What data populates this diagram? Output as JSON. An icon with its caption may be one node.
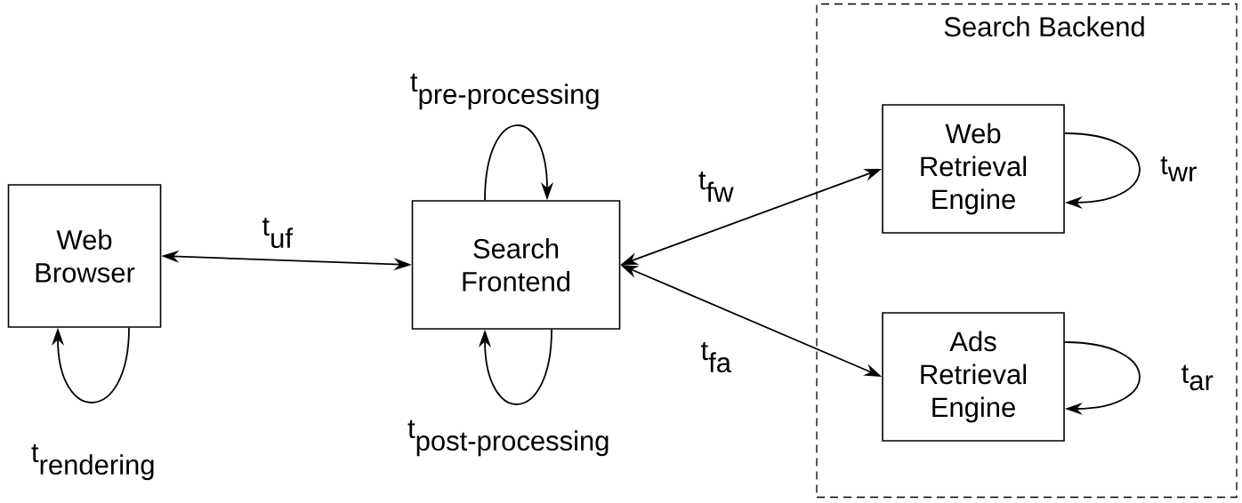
{
  "diagram": {
    "nodes": [
      {
        "text": [
          "Web Browser"
        ]
      },
      {
        "text": [
          "Search Frontend"
        ]
      },
      {
        "text": [
          "Search Backend"
        ]
      },
      {
        "text": [
          "Web Retrieval Engine"
        ],
        "in": 2
      },
      {
        "text": [
          "Ads Retrieval Engine"
        ],
        "in": 2
      }
    ],
    "edges": [
      {
        "from": 0,
        "to": 1,
        "arrow": "both",
        "label": "\\textrm{t}_{\\textrm{uf}}"
      },
      {
        "from": 1,
        "to": 3,
        "arrow": "both",
        "label": "\\textrm{t}_{\\textrm{fw}}"
      },
      {
        "from": 1,
        "to": 4,
        "arrow": "both",
        "label": "\\textrm{t}_{\\textrm{fa}}"
      },
      {
        "from": 0,
        "to": 0,
        "arrow": "to",
        "label": "\\textrm{t}_{\\textrm{rendering}}"
      },
      {
        "from": 1,
        "to": 1,
        "arrow": "to",
        "label": "\\textrm{t}_{\\textrm{pre-processing}}"
      },
      {
        "from": 1,
        "to": 1,
        "arrow": "to",
        "label": "\\textrm{t}_{\\textrm{post-processing}}"
      },
      {
        "from": 3,
        "to": 3,
        "arrow": "to",
        "label": "\\textrm{t}_{\\textrm{wr}}"
      },
      {
        "from": 4,
        "to": 4,
        "arrow": "to",
        "label": "\\textrm{t}_{\\textrm{ar}}"
      }
    ]
  }
}
